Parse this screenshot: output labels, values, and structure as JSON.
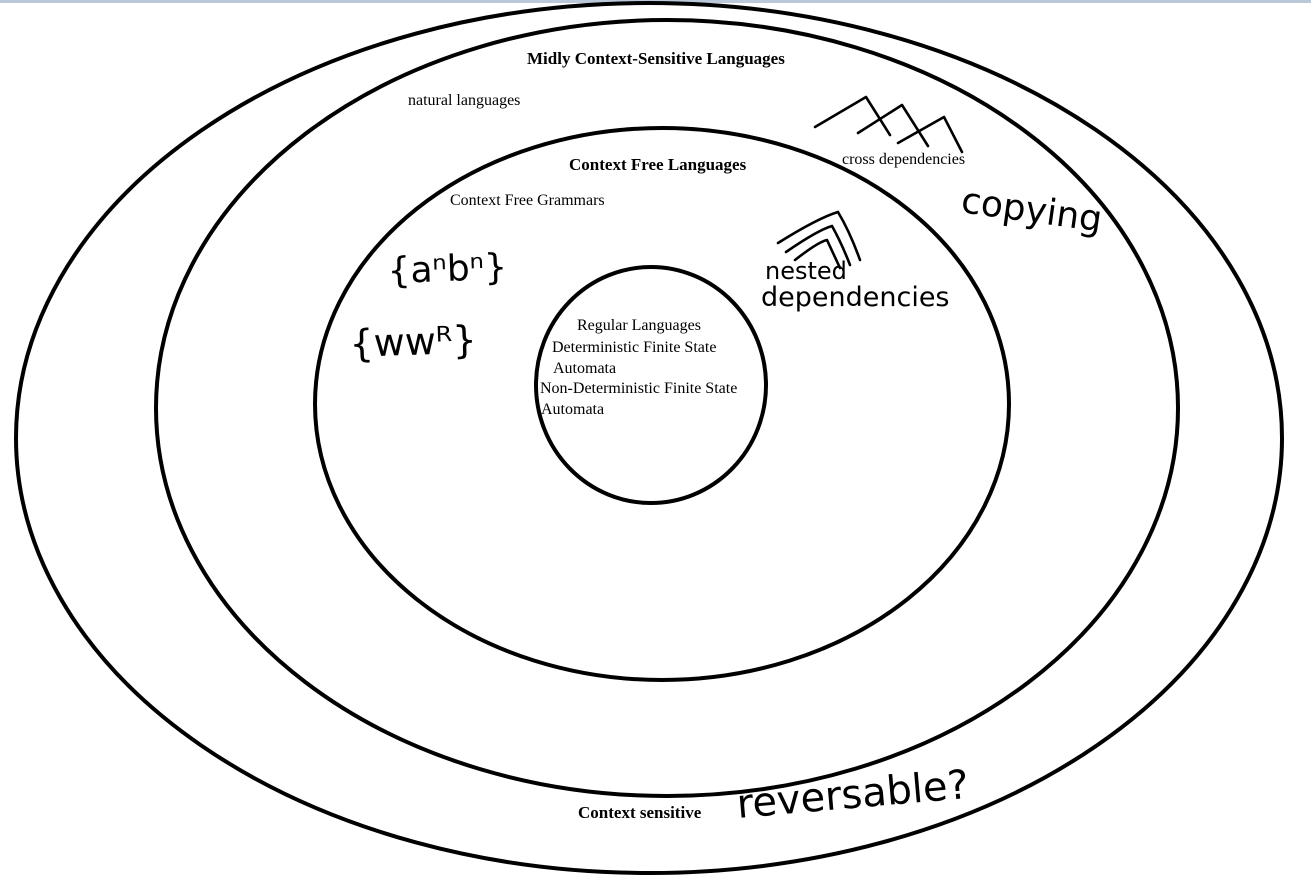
{
  "diagram": {
    "outer_label": "Context sensitive",
    "mildly_label": "Midly Context-Sensitive Languages",
    "mildly_example": "natural languages",
    "cross_label": "cross dependencies",
    "cfl_label": "Context Free Languages",
    "cfl_formalism": "Context Free Grammars",
    "regular_label": "Regular Languages",
    "regular_lines": [
      "Deterministic Finite State",
      "Automata",
      "Non-Deterministic Finite State",
      "Automata"
    ]
  },
  "handwritten": {
    "anbn": "{aⁿbⁿ}",
    "wwr": "{wwᴿ}",
    "nested": "nested",
    "dependencies": "dependencies",
    "copying": "copying",
    "reversable": "reversable?"
  }
}
